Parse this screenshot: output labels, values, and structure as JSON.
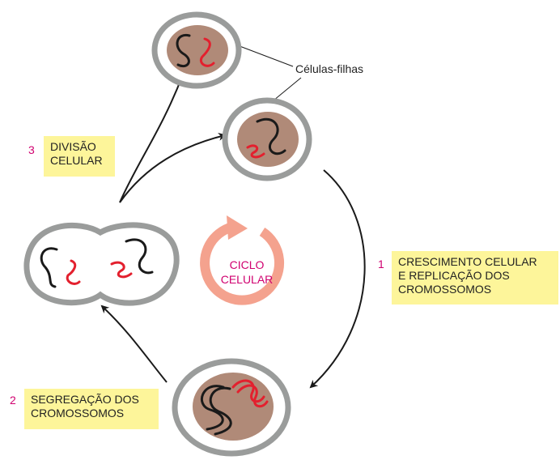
{
  "caption": "Células-filhas",
  "cycle_label": "CICLO\nCELULAR",
  "steps": [
    {
      "number": "1",
      "label": "CRESCIMENTO CELULAR\nE REPLICAÇÃO DOS\nCROMOSSOMOS"
    },
    {
      "number": "2",
      "label": "SEGREGAÇÃO DOS\nCROMOSSOMOS"
    },
    {
      "number": "3",
      "label": "DIVISÃO\nCELULAR"
    }
  ],
  "colors": {
    "cell_wall": "#9a9c9b",
    "nucleus": "#b08a78",
    "chromosome_a": "#1a1a1a",
    "chromosome_b": "#e3202e",
    "cycle_arrow": "#f4a28e",
    "label_bg": "#fdf59a",
    "accent_text": "#d0006f"
  }
}
